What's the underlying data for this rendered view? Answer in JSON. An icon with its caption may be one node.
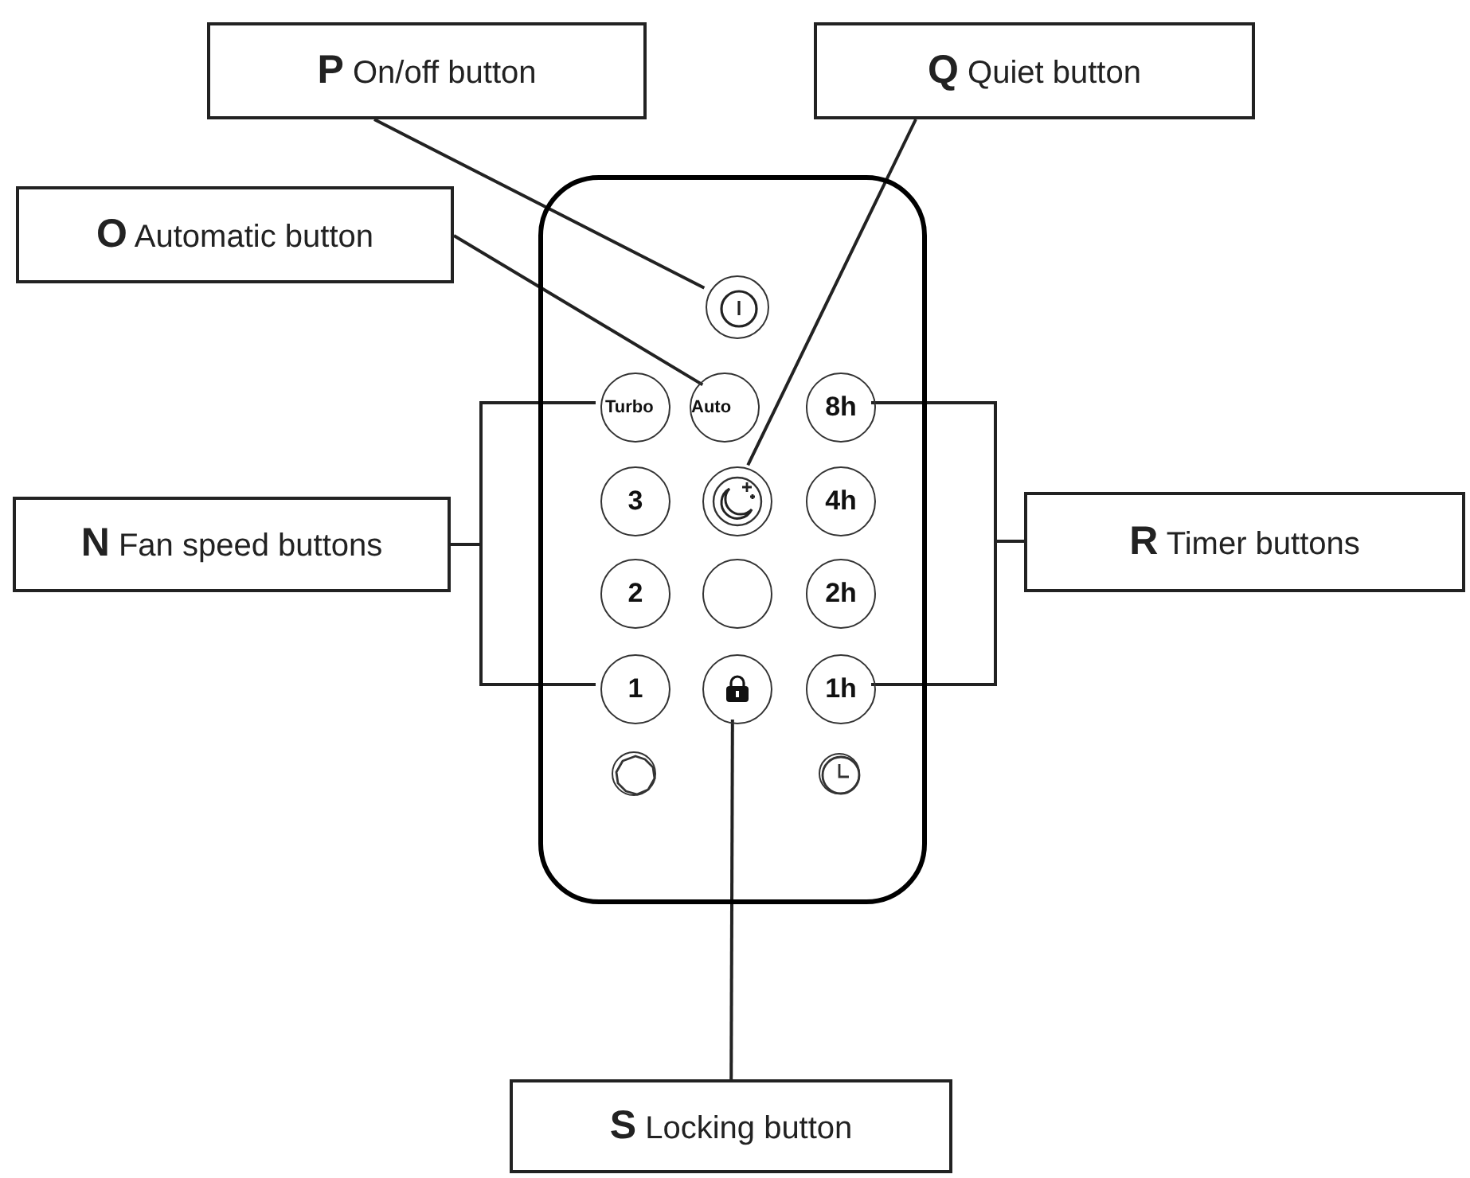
{
  "diagram": {
    "nodes": [
      {
        "text": [
          "**P** On/off button"
        ]
      },
      {
        "text": [
          "**Q** Quiet button"
        ]
      },
      {
        "text": [
          "**O** Automatic button"
        ]
      },
      {
        "text": [
          "**N** Fan speed buttons"
        ]
      },
      {
        "text": [
          "**R** Timer buttons"
        ]
      },
      {
        "text": [
          "**S** Locking button"
        ]
      },
      {
        "text": [],
        "shape": "box"
      },
      {
        "text": [],
        "shape": "circle",
        "in": 6
      },
      {
        "text": [
          "Turbo"
        ],
        "in": 6
      },
      {
        "text": [
          "Auto"
        ],
        "in": 6
      },
      {
        "text": [
          "8h"
        ],
        "in": 6
      },
      {
        "text": [
          "3"
        ],
        "in": 6
      },
      {
        "text": [],
        "shape": "circle",
        "in": 6
      },
      {
        "text": [
          "4h"
        ],
        "in": 6
      },
      {
        "text": [
          "2"
        ],
        "in": 6
      },
      {
        "text": [],
        "shape": "circle",
        "in": 6
      },
      {
        "text": [
          "2h"
        ],
        "in": 6
      },
      {
        "text": [
          "1"
        ],
        "in": 6
      },
      {
        "text": [],
        "shape": "circle",
        "in": 6
      },
      {
        "text": [
          "1h"
        ],
        "in": 6
      },
      {
        "text": [],
        "shape": "circle",
        "in": 6
      },
      {
        "text": [],
        "shape": "circle",
        "in": 6
      }
    ],
    "edges": [
      {
        "from": 0,
        "to": 7,
        "arrow": "none"
      },
      {
        "from": 1,
        "to": 12,
        "arrow": "none"
      },
      {
        "from": 2,
        "to": 9,
        "arrow": "none"
      },
      {
        "from": 3,
        "to": 8,
        "arrow": "none"
      },
      {
        "from": 3,
        "to": 17,
        "arrow": "none"
      },
      {
        "from": 4,
        "to": 10,
        "arrow": "none"
      },
      {
        "from": 4,
        "to": 19,
        "arrow": "none"
      },
      {
        "from": 5,
        "to": 18,
        "arrow": "none"
      }
    ]
  }
}
